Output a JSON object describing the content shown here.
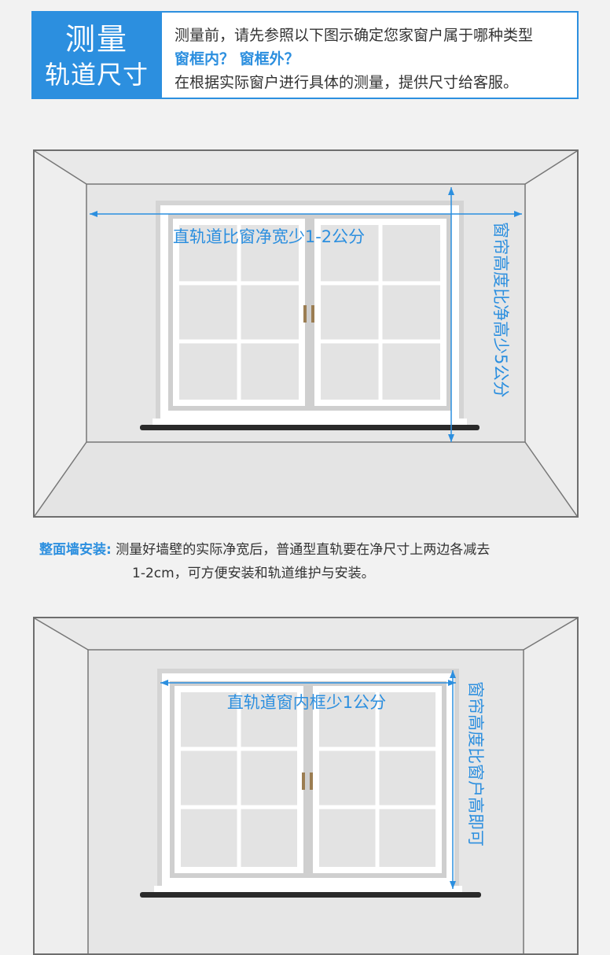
{
  "header": {
    "badge_line1": "测量",
    "badge_line2": "轨道尺寸",
    "line1": "测量前，请先参照以下图示确定您家窗户属于哪种类型",
    "line2": "窗框内？  窗框外？",
    "line3": "在根据实际窗户进行具体的测量，提供尺寸给客服。"
  },
  "panel1": {
    "width_label": "直轨道比窗净宽少1-2公分",
    "height_label": "窗帘高度比净高少5公分"
  },
  "note": {
    "label": "整面墙安装:",
    "line1": "测量好墙壁的实际净宽后，普通型直轨要在净尺寸上两边各减去",
    "line2": "1-2cm，可方便安装和轨道维护与安装。"
  },
  "panel2": {
    "width_label": "直轨道窗内框少1公分",
    "height_label": "窗帘高度比窗户高即可"
  },
  "colors": {
    "accent": "#2c8fdf",
    "frame": "#6e6e6e",
    "wall": "#ececec"
  }
}
